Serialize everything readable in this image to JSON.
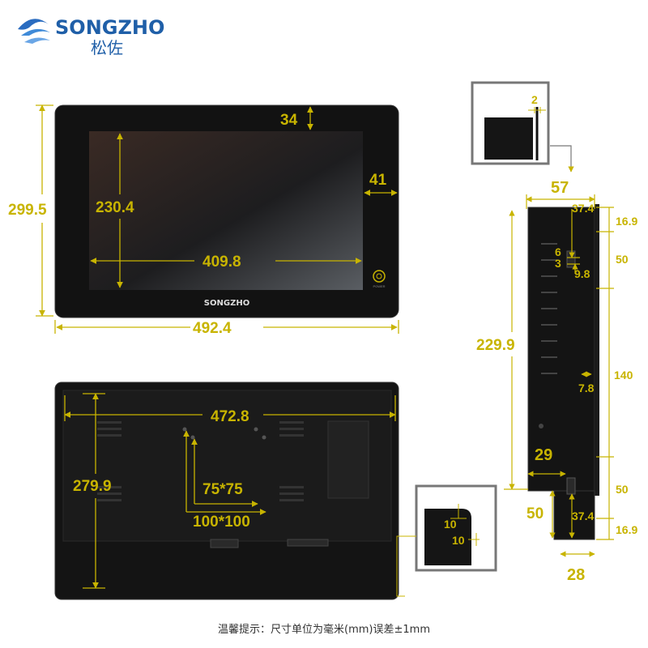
{
  "brand": {
    "name": "SONGZHO",
    "name_cn": "松佐",
    "bezel_logo": "SONGZHO",
    "power_label": "POWER"
  },
  "colors": {
    "dimension": "#c8b400",
    "brand": "#1f5fa8",
    "frame": "#111111"
  },
  "front": {
    "height": "299.5",
    "screen_height": "230.4",
    "top_bezel": "34",
    "side_bezel": "41",
    "screen_width": "409.8",
    "width": "492.4"
  },
  "back": {
    "width": "472.8",
    "height": "279.9",
    "vesa_small": "75*75",
    "vesa_large": "100*100"
  },
  "side": {
    "depth": "57",
    "height": "229.9",
    "inner_depth": "29",
    "bottom_depth": "28",
    "r1": "16.9",
    "r2": "37.4",
    "r3": "6",
    "r4": "3",
    "r5": "9.8",
    "r6": "50",
    "r7": "140",
    "r8": "7.8",
    "r9": "50",
    "r10": "50",
    "r11": "37.4",
    "r12": "16.9"
  },
  "detail_top": {
    "gap": "2"
  },
  "detail_corner": {
    "a": "10",
    "b": "10"
  },
  "note": "温馨提示：尺寸单位为毫米(mm)误差±1mm"
}
